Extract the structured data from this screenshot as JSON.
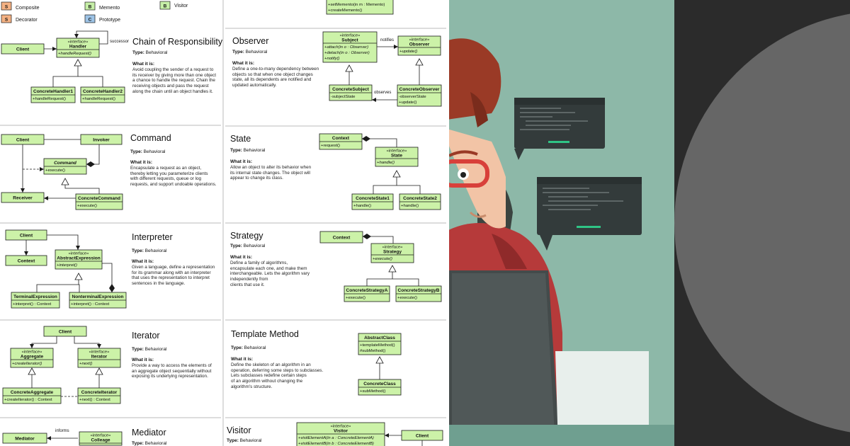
{
  "legend": [
    {
      "badge": "S",
      "label": "Composite",
      "color": "#f4b183"
    },
    {
      "badge": "S",
      "label": "Decorator",
      "color": "#f4b183"
    },
    {
      "badge": "B",
      "label": "Memento",
      "color": "#c6efa7"
    },
    {
      "badge": "C",
      "label": "Prototype",
      "color": "#9dc3e6"
    },
    {
      "badge": "B",
      "label": "Visitor",
      "color": "#c6efa7"
    }
  ],
  "type_label": "Type:",
  "what_label": "What it is:",
  "sections": {
    "chain": {
      "title": "Chain of Responsibility",
      "type": "Behavioral",
      "desc": "Avoid coupling the sender of a request to\nits receiver by giving more than one object\na chance to handle the request. Chain the\nreceiving objects and pass the request\nalong the chain until an object handles it."
    },
    "command": {
      "title": "Command",
      "type": "Behavioral",
      "desc": "Encapsulate a request as an object,\nthereby letting you parameterize clients\nwith different requests, queue or log\nrequests, and support undoable operations."
    },
    "interpreter": {
      "title": "Interpreter",
      "type": "Behavioral",
      "desc": "Given a language, define a representation\nfor its grammar along with an interpreter\nthat uses the representation to interpret\nsentences in the language."
    },
    "iterator": {
      "title": "Iterator",
      "type": "Behavioral",
      "desc": "Provide a way to access the elements of\nan aggregate object sequentially without\nexposing its underlying representation."
    },
    "mediator": {
      "title": "Mediator",
      "type": "Behavioral"
    },
    "observer": {
      "title": "Observer",
      "type": "Behavioral",
      "desc": "Define a one-to-many dependency between\nobjects so that when one object changes\nstate, all its dependents are notified and\nupdated automatically."
    },
    "state": {
      "title": "State",
      "type": "Behavioral",
      "desc": "Allow an object to alter its behavior when\nits internal state changes. The object will\nappear to change its class."
    },
    "strategy": {
      "title": "Strategy",
      "type": "Behavioral",
      "desc": "Define a family of algorithms,\nencapsulate each one, and make them\ninterchangeable. Lets the algorithm vary\nindependently from\nclients that use it."
    },
    "template": {
      "title": "Template Method",
      "type": "Behavioral",
      "desc": "Define the skeleton of an algorithm in an\noperation, deferring some steps to subclasses.\nLets subclasses redefine certain steps\nof an algorithm without changing the\nalgorithm's structure."
    },
    "visitor": {
      "title": "Visitor",
      "type": "Behavioral"
    }
  },
  "uml": {
    "stereotype": "«interface»",
    "memento_ops": [
      "+setMemento(in m : Memento)",
      "+createMemento()"
    ],
    "chain": {
      "client": "Client",
      "handler": {
        "name": "Handler",
        "ops": [
          "+handleRequest()"
        ]
      },
      "successor": "successor",
      "ch1": {
        "name": "ConcreteHandler1",
        "ops": [
          "+handleRequest()"
        ]
      },
      "ch2": {
        "name": "ConcreteHandler2",
        "ops": [
          "+handleRequest()"
        ]
      }
    },
    "command": {
      "client": "Client",
      "invoker": "Invoker",
      "command": {
        "name": "Command",
        "ops": [
          "+execute()"
        ]
      },
      "receiver": "Receiver",
      "concrete": {
        "name": "ConcreteCommand",
        "ops": [
          "+execute()"
        ]
      }
    },
    "interpreter": {
      "client": "Client",
      "context": "Context",
      "abstract": {
        "name": "AbstractExpression",
        "ops": [
          "+interpret()"
        ]
      },
      "terminal": {
        "name": "TerminalExpression",
        "ops": [
          "+interpret() : Context"
        ]
      },
      "nonterminal": {
        "name": "NonterminalExpression",
        "ops": [
          "+interpret() : Context"
        ]
      }
    },
    "iterator": {
      "client": "Client",
      "aggregate": {
        "name": "Aggregate",
        "ops": [
          "+createIterator()"
        ]
      },
      "iterator": {
        "name": "Iterator",
        "ops": [
          "+next()"
        ]
      },
      "concrete_aggregate": {
        "name": "ConcreteAggregate",
        "ops": [
          "+createIterator() : Context"
        ]
      },
      "concrete_iterator": {
        "name": "ConcreteIterator",
        "ops": [
          "+next() : Context"
        ]
      }
    },
    "mediator": {
      "mediator": "Mediator",
      "informs": "informs",
      "colleague": "Colleage"
    },
    "observer": {
      "subject": {
        "name": "Subject",
        "ops": [
          "+attach(in o : Observer)",
          "+detach(in o : Observer)",
          "+notify()"
        ]
      },
      "notifies": "notifies",
      "observer": {
        "name": "Observer",
        "ops": [
          "+update()"
        ]
      },
      "concrete_subject": {
        "name": "ConcreteSubject",
        "ops": [
          "-subjectState"
        ]
      },
      "observes": "observes",
      "concrete_observer": {
        "name": "ConcreteObserver",
        "ops": [
          "-observerState",
          "+update()"
        ]
      }
    },
    "state": {
      "context": {
        "name": "Context",
        "ops": [
          "+request()"
        ]
      },
      "state": {
        "name": "State",
        "ops": [
          "+handle()"
        ]
      },
      "cs1": {
        "name": "ConcreteState1",
        "ops": [
          "+handle()"
        ]
      },
      "cs2": {
        "name": "ConcreteState2",
        "ops": [
          "+handle()"
        ]
      }
    },
    "strategy": {
      "context": "Context",
      "strategy": {
        "name": "Strategy",
        "ops": [
          "+execute()"
        ]
      },
      "csa": {
        "name": "ConcreteStrategyA",
        "ops": [
          "+execute()"
        ]
      },
      "csb": {
        "name": "ConcreteStrategyB",
        "ops": [
          "+execute()"
        ]
      }
    },
    "template": {
      "abstract": {
        "name": "AbstractClass",
        "ops": [
          "+templateMethod()",
          "#subMethod()"
        ]
      },
      "concrete": {
        "name": "ConcreteClass",
        "ops": [
          "+subMethod()"
        ]
      }
    },
    "visitor": {
      "visitor": {
        "name": "Visitor",
        "ops": [
          "+visitElementA(in a : ConcreteElementA)",
          "+visitElementB(in b : ConcreteElementB)"
        ]
      },
      "client": "Client"
    }
  },
  "colors": {
    "uml_box": "#ccf2a8",
    "uml_border": "#1a1a1a",
    "divider": "#bbbbbb",
    "art_background": "#8db8a8",
    "hair": "#9a3a26",
    "glasses": "#d8403a",
    "shirt": "#b63a3a",
    "monitor": "#333b3b",
    "code_accent": "#2fc485",
    "disc": "#666666"
  }
}
